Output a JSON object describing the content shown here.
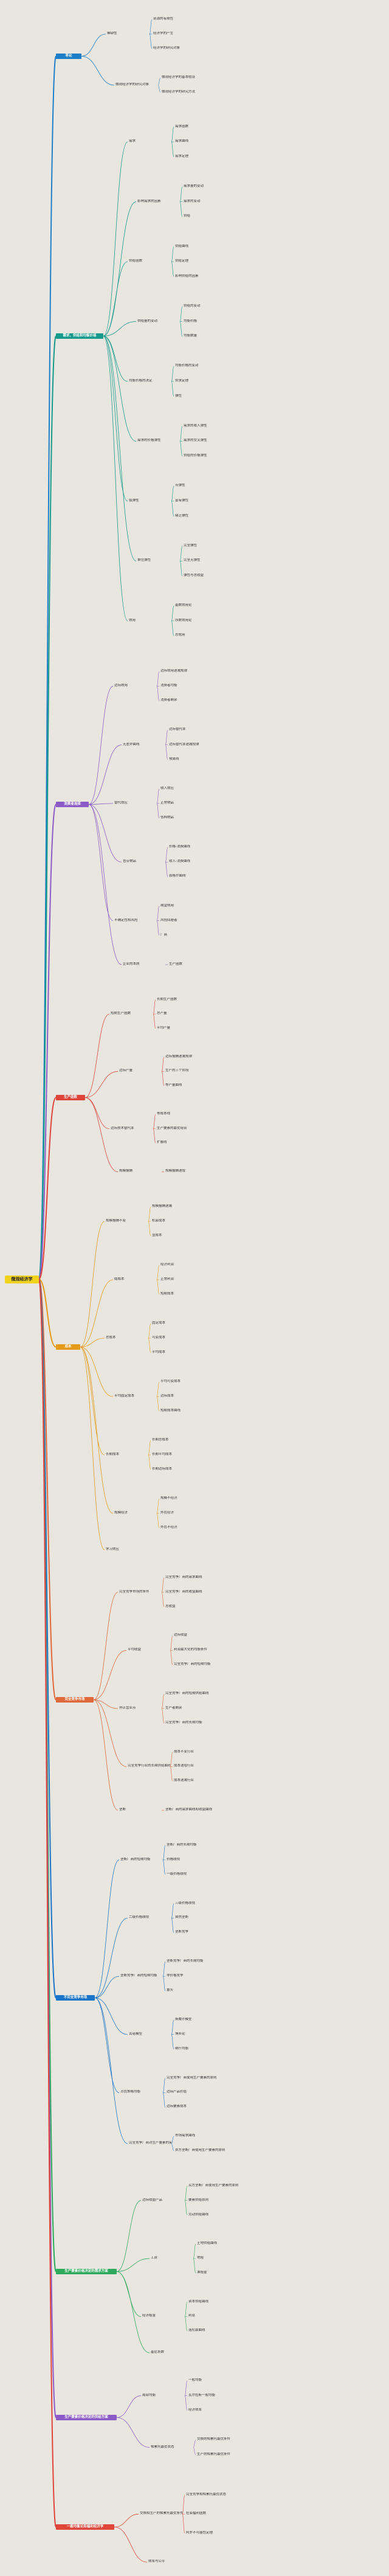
{
  "root": {
    "label": "微观经济学"
  },
  "colors": {
    "c1": "#1e7fc8",
    "c2": "#159a8c",
    "c3": "#8c5bc8",
    "c4": "#e0453a",
    "c5": "#e79a1a",
    "c6": "#e0683a",
    "c7": "#1a74c9",
    "c8": "#2eaa5c",
    "c9": "#8c5bc8",
    "c10": "#e0453a"
  },
  "branches": [
    {
      "id": "b1",
      "label": "导论",
      "color": "c1"
    },
    {
      "id": "b2",
      "label": "需求、供给和均衡价格",
      "color": "c2"
    },
    {
      "id": "b3",
      "label": "消费者选择",
      "color": "c3"
    },
    {
      "id": "b4",
      "label": "生产函数",
      "color": "c4"
    },
    {
      "id": "b5",
      "label": "成本",
      "color": "c5"
    },
    {
      "id": "b6",
      "label": "完全竞争市场",
      "color": "c6"
    },
    {
      "id": "b7",
      "label": "不完全竞争市场",
      "color": "c7"
    },
    {
      "id": "b8",
      "label": "生产要素价格决定的需求方面",
      "color": "c8"
    },
    {
      "id": "b9",
      "label": "生产要素价格决定的供给方面",
      "color": "c9"
    },
    {
      "id": "b10",
      "label": "一般均衡论和福利经济学",
      "color": "c10"
    }
  ],
  "leaves": [
    "稀缺性",
    "资源的有限性",
    "经济学的产生",
    "经济学的研究对象",
    "微观经济学的研究对象",
    "微观经济学的基本假设",
    "微观经济学的研究方法",
    "需求",
    "需求函数",
    "需求曲线",
    "需求定理",
    "影响需求的因素",
    "需求量的变动",
    "需求的变动",
    "供给",
    "供给函数",
    "供给曲线",
    "供给定理",
    "影响供给的因素",
    "供给量的变动",
    "供给的变动",
    "均衡价格",
    "均衡数量",
    "均衡价格的决定",
    "均衡价格的变动",
    "供求定理",
    "弹性",
    "需求的价格弹性",
    "需求的收入弹性",
    "需求的交叉弹性",
    "供给的价格弹性",
    "弧弹性",
    "点弹性",
    "富有弹性",
    "缺乏弹性",
    "单位弹性",
    "完全弹性",
    "完全无弹性",
    "弹性与总收益",
    "效用",
    "基数效用论",
    "序数效用论",
    "总效用",
    "边际效用",
    "边际效用递减规律",
    "消费者均衡",
    "消费者剩余",
    "无差异曲线",
    "边际替代率",
    "边际替代率递减规律",
    "预算线",
    "替代效应",
    "收入效应",
    "正常物品",
    "低档物品",
    "吉芬物品",
    "价格-消费曲线",
    "收入-消费曲线",
    "恩格尔曲线",
    "不确定性和风险",
    "期望效用",
    "风险回避者",
    "厂商",
    "企业的本质",
    "生产函数",
    "短期生产函数",
    "长期生产函数",
    "总产量",
    "平均产量",
    "边际产量",
    "边际报酬递减规律",
    "生产的三个阶段",
    "等产量曲线",
    "边际技术替代率",
    "等成本线",
    "生产要素的最优组合",
    "扩展线",
    "规模报酬",
    "规模报酬递增",
    "规模报酬不变",
    "规模报酬递减",
    "机会成本",
    "显成本",
    "隐成本",
    "经济利润",
    "正常利润",
    "短期成本",
    "总成本",
    "固定成本",
    "可变成本",
    "平均成本",
    "平均固定成本",
    "平均可变成本",
    "边际成本",
    "短期成本曲线",
    "长期成本",
    "长期总成本",
    "长期平均成本",
    "长期边际成本",
    "规模经济",
    "规模不经济",
    "外在经济",
    "外在不经济",
    "学习效应",
    "完全竞争市场的条件",
    "完全竞争厂商的需求曲线",
    "完全竞争厂商的收益曲线",
    "总收益",
    "平均收益",
    "边际收益",
    "利润最大化的均衡条件",
    "完全竞争厂商的短期均衡",
    "停止营业点",
    "完全竞争厂商的短期供给曲线",
    "生产者剩余",
    "完全竞争厂商的长期均衡",
    "完全竞争行业的长期供给曲线",
    "成本不变行业",
    "成本递增行业",
    "成本递减行业",
    "垄断",
    "垄断厂商的需求曲线和收益曲线",
    "垄断厂商的短期均衡",
    "垄断厂商的长期均衡",
    "价格歧视",
    "一级价格歧视",
    "二级价格歧视",
    "三级价格歧视",
    "自然垄断",
    "垄断竞争",
    "垄断竞争厂商的短期均衡",
    "垄断竞争厂商的长期均衡",
    "非价格竞争",
    "寡头",
    "古诺模型",
    "斯威齐模型",
    "博弈论",
    "纳什均衡",
    "占优策略均衡",
    "完全竞争厂商使用生产要素的原则",
    "边际产品价值",
    "边际要素成本",
    "完全竞争厂商对生产要素的需求曲线",
    "市场需求曲线",
    "卖方垄断厂商使用生产要素的原则",
    "边际收益产品",
    "买方垄断厂商使用生产要素的原则",
    "要素供给原则",
    "劳动供给曲线",
    "工资",
    "土地供给曲线",
    "地租",
    "准租金",
    "经济租金",
    "资本供给曲线",
    "利息",
    "洛伦兹曲线",
    "基尼系数",
    "局部均衡",
    "一般均衡",
    "瓦尔拉斯一般均衡",
    "经济效率",
    "帕累托最优状态",
    "交换的帕累托最优条件",
    "生产的帕累托最优条件",
    "交换和生产的帕累托最优条件",
    "完全竞争和帕累托最优状态",
    "社会福利函数",
    "阿罗不可能性定理",
    "效率与公平"
  ]
}
